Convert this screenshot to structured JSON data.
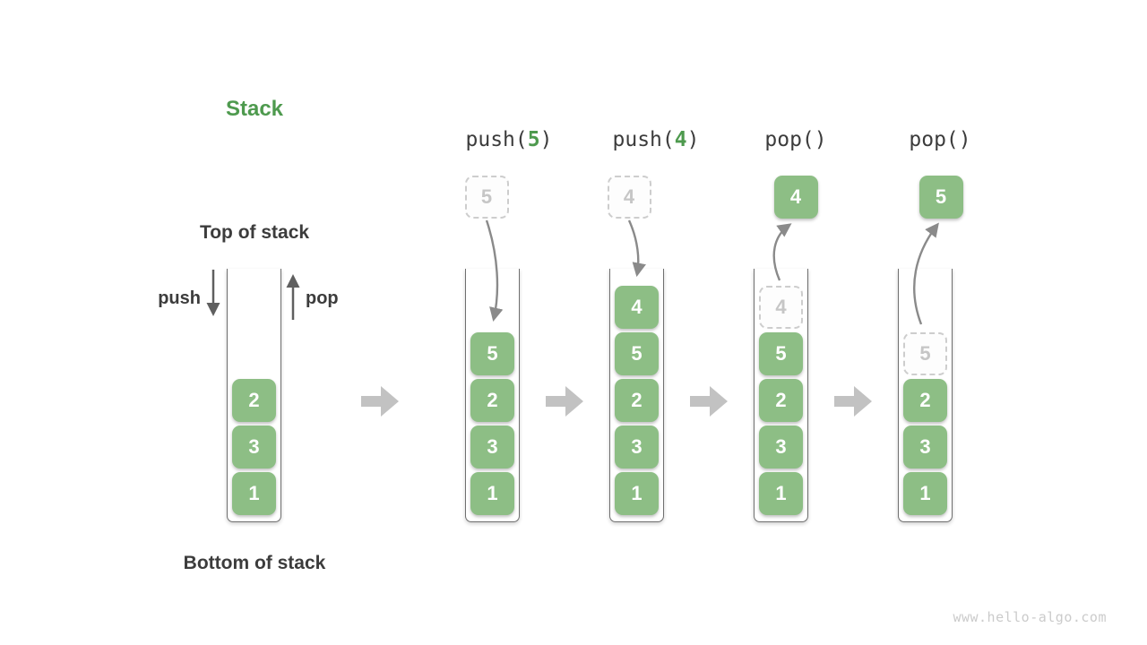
{
  "title": "Stack",
  "annotations": {
    "top_of_stack": "Top of stack",
    "bottom_of_stack": "Bottom of stack",
    "push_label": "push",
    "pop_label": "pop"
  },
  "watermark": "www.hello-algo.com",
  "colors": {
    "green_box": "#8dbe85",
    "accent_green": "#4e9a4e",
    "text_dark": "#3c3c3c",
    "container_wall": "#6f6f6f",
    "dashed_border": "#cdcdcd",
    "dashed_text": "#c6c6c6",
    "curved_arrow": "#8a8a8a",
    "block_arrow": "#c2c2c2",
    "watermark_gray": "#cbcbcb"
  },
  "initial_stack": {
    "name": "initial",
    "items_top_to_bottom": [
      "2",
      "3",
      "1"
    ]
  },
  "operations": [
    {
      "name": "push-5",
      "label": {
        "fn": "push(",
        "arg": "5",
        "close": ")"
      },
      "floating": {
        "value": "5",
        "style": "dashed"
      },
      "stack_top_to_bottom": [
        {
          "v": "5",
          "s": "solid"
        },
        {
          "v": "2",
          "s": "solid"
        },
        {
          "v": "3",
          "s": "solid"
        },
        {
          "v": "1",
          "s": "solid"
        }
      ]
    },
    {
      "name": "push-4",
      "label": {
        "fn": "push(",
        "arg": "4",
        "close": ")"
      },
      "floating": {
        "value": "4",
        "style": "dashed"
      },
      "stack_top_to_bottom": [
        {
          "v": "4",
          "s": "solid"
        },
        {
          "v": "5",
          "s": "solid"
        },
        {
          "v": "2",
          "s": "solid"
        },
        {
          "v": "3",
          "s": "solid"
        },
        {
          "v": "1",
          "s": "solid"
        }
      ]
    },
    {
      "name": "pop-first",
      "label": {
        "fn": "pop(",
        "arg": "",
        "close": ")"
      },
      "floating": {
        "value": "4",
        "style": "solid"
      },
      "stack_top_to_bottom": [
        {
          "v": "4",
          "s": "dashed"
        },
        {
          "v": "5",
          "s": "solid"
        },
        {
          "v": "2",
          "s": "solid"
        },
        {
          "v": "3",
          "s": "solid"
        },
        {
          "v": "1",
          "s": "solid"
        }
      ]
    },
    {
      "name": "pop-second",
      "label": {
        "fn": "pop(",
        "arg": "",
        "close": ")"
      },
      "floating": {
        "value": "5",
        "style": "solid"
      },
      "stack_top_to_bottom": [
        {
          "v": "5",
          "s": "dashed"
        },
        {
          "v": "2",
          "s": "solid"
        },
        {
          "v": "3",
          "s": "solid"
        },
        {
          "v": "1",
          "s": "solid"
        }
      ]
    }
  ]
}
